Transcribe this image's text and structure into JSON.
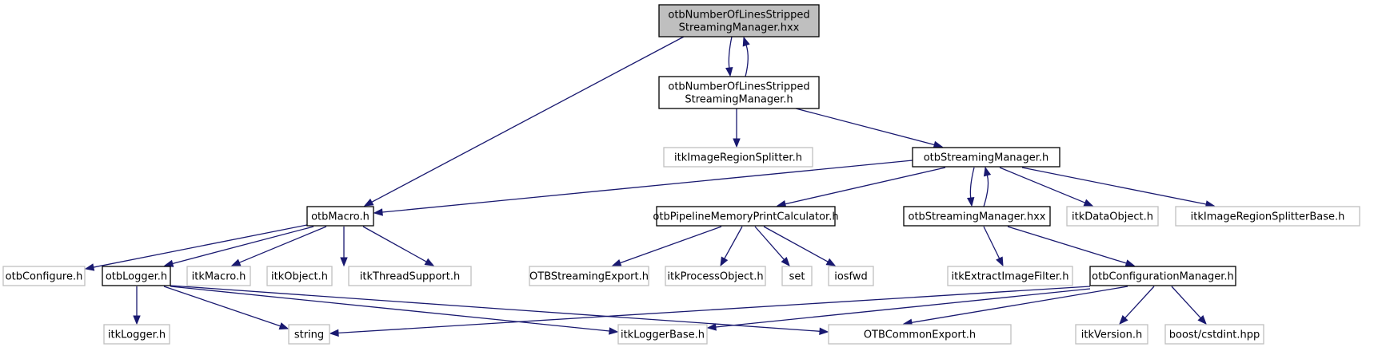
{
  "title": "Include dependency graph for otbNumberOfLinesStrippedStreamingManager.hxx",
  "colors": {
    "edge": "#191970",
    "root_fill": "#bfbfbf",
    "documented_border": "#000000",
    "external_border": "#bfbfbf"
  },
  "nodes": [
    {
      "id": "root",
      "lines": [
        "otbNumberOfLinesStripped",
        "StreamingManager.hxx"
      ],
      "kind": "root"
    },
    {
      "id": "nlssm_h",
      "lines": [
        "otbNumberOfLinesStripped",
        "StreamingManager.h"
      ],
      "kind": "documented"
    },
    {
      "id": "itkImageRegionSplitter",
      "lines": [
        "itkImageRegionSplitter.h"
      ],
      "kind": "external"
    },
    {
      "id": "otbStreamingManager_h",
      "lines": [
        "otbStreamingManager.h"
      ],
      "kind": "documented"
    },
    {
      "id": "otbMacro",
      "lines": [
        "otbMacro.h"
      ],
      "kind": "documented"
    },
    {
      "id": "otbPipelineMemoryPrintCalculator",
      "lines": [
        "otbPipelineMemoryPrintCalculator.h"
      ],
      "kind": "documented"
    },
    {
      "id": "otbStreamingManager_hxx",
      "lines": [
        "otbStreamingManager.hxx"
      ],
      "kind": "documented"
    },
    {
      "id": "itkDataObject",
      "lines": [
        "itkDataObject.h"
      ],
      "kind": "external"
    },
    {
      "id": "itkImageRegionSplitterBase",
      "lines": [
        "itkImageRegionSplitterBase.h"
      ],
      "kind": "external"
    },
    {
      "id": "otbConfigure",
      "lines": [
        "otbConfigure.h"
      ],
      "kind": "external"
    },
    {
      "id": "otbLogger",
      "lines": [
        "otbLogger.h"
      ],
      "kind": "documented"
    },
    {
      "id": "itkMacro",
      "lines": [
        "itkMacro.h"
      ],
      "kind": "external"
    },
    {
      "id": "itkObject",
      "lines": [
        "itkObject.h"
      ],
      "kind": "external"
    },
    {
      "id": "itkThreadSupport",
      "lines": [
        "itkThreadSupport.h"
      ],
      "kind": "external"
    },
    {
      "id": "OTBStreamingExport",
      "lines": [
        "OTBStreamingExport.h"
      ],
      "kind": "external"
    },
    {
      "id": "itkProcessObject",
      "lines": [
        "itkProcessObject.h"
      ],
      "kind": "external"
    },
    {
      "id": "set",
      "lines": [
        "set"
      ],
      "kind": "external"
    },
    {
      "id": "iosfwd",
      "lines": [
        "iosfwd"
      ],
      "kind": "external"
    },
    {
      "id": "itkExtractImageFilter",
      "lines": [
        "itkExtractImageFilter.h"
      ],
      "kind": "external"
    },
    {
      "id": "otbConfigurationManager",
      "lines": [
        "otbConfigurationManager.h"
      ],
      "kind": "documented"
    },
    {
      "id": "itkLogger",
      "lines": [
        "itkLogger.h"
      ],
      "kind": "external"
    },
    {
      "id": "string",
      "lines": [
        "string"
      ],
      "kind": "external"
    },
    {
      "id": "itkLoggerBase",
      "lines": [
        "itkLoggerBase.h"
      ],
      "kind": "external"
    },
    {
      "id": "OTBCommonExport",
      "lines": [
        "OTBCommonExport.h"
      ],
      "kind": "external"
    },
    {
      "id": "itkVersion",
      "lines": [
        "itkVersion.h"
      ],
      "kind": "external"
    },
    {
      "id": "boost_cstdint",
      "lines": [
        "boost/cstdint.hpp"
      ],
      "kind": "external"
    }
  ],
  "edges": [
    {
      "from": "root",
      "to": "nlssm_h"
    },
    {
      "from": "nlssm_h",
      "to": "root"
    },
    {
      "from": "root",
      "to": "otbMacro"
    },
    {
      "from": "nlssm_h",
      "to": "itkImageRegionSplitter"
    },
    {
      "from": "nlssm_h",
      "to": "otbStreamingManager_h"
    },
    {
      "from": "otbStreamingManager_h",
      "to": "otbMacro"
    },
    {
      "from": "otbStreamingManager_h",
      "to": "otbPipelineMemoryPrintCalculator"
    },
    {
      "from": "otbStreamingManager_h",
      "to": "otbStreamingManager_hxx"
    },
    {
      "from": "otbStreamingManager_hxx",
      "to": "otbStreamingManager_h"
    },
    {
      "from": "otbStreamingManager_h",
      "to": "itkDataObject"
    },
    {
      "from": "otbStreamingManager_h",
      "to": "itkImageRegionSplitterBase"
    },
    {
      "from": "otbMacro",
      "to": "otbConfigure"
    },
    {
      "from": "otbMacro",
      "to": "otbLogger"
    },
    {
      "from": "otbMacro",
      "to": "itkMacro"
    },
    {
      "from": "otbMacro",
      "to": "itkObject"
    },
    {
      "from": "otbMacro",
      "to": "itkThreadSupport"
    },
    {
      "from": "otbPipelineMemoryPrintCalculator",
      "to": "OTBStreamingExport"
    },
    {
      "from": "otbPipelineMemoryPrintCalculator",
      "to": "itkProcessObject"
    },
    {
      "from": "otbPipelineMemoryPrintCalculator",
      "to": "set"
    },
    {
      "from": "otbPipelineMemoryPrintCalculator",
      "to": "iosfwd"
    },
    {
      "from": "otbStreamingManager_hxx",
      "to": "itkExtractImageFilter"
    },
    {
      "from": "otbStreamingManager_hxx",
      "to": "otbConfigurationManager"
    },
    {
      "from": "otbLogger",
      "to": "itkLogger"
    },
    {
      "from": "otbLogger",
      "to": "string"
    },
    {
      "from": "otbLogger",
      "to": "itkLoggerBase"
    },
    {
      "from": "otbLogger",
      "to": "OTBCommonExport"
    },
    {
      "from": "otbConfigurationManager",
      "to": "string"
    },
    {
      "from": "otbConfigurationManager",
      "to": "itkLoggerBase"
    },
    {
      "from": "otbConfigurationManager",
      "to": "OTBCommonExport"
    },
    {
      "from": "otbConfigurationManager",
      "to": "itkVersion"
    },
    {
      "from": "otbConfigurationManager",
      "to": "boost_cstdint"
    }
  ]
}
